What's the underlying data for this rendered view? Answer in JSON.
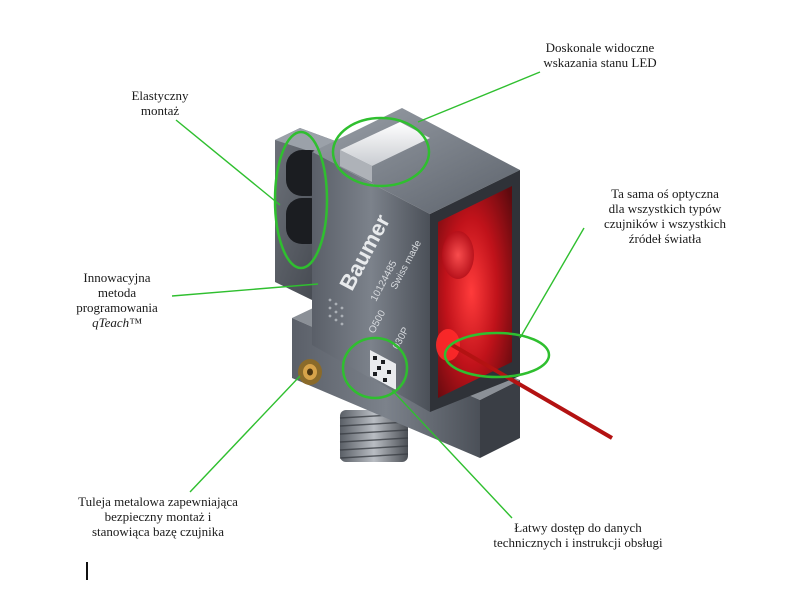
{
  "brand": {
    "name": "Baumer",
    "part_number": "10124485",
    "origin": "Swiss made",
    "model": "O500",
    "variant": "030P"
  },
  "annotations": {
    "flexible_mounting": {
      "lines": [
        "Elastyczny",
        "montaż"
      ]
    },
    "led_indicators": {
      "lines": [
        "Doskonale widoczne",
        "wskazania stanu LED"
      ]
    },
    "optical_axis": {
      "lines": [
        "Ta sama oś optyczna",
        "dla wszystkich typów",
        "czujników i wszystkich",
        "źródeł światła"
      ]
    },
    "qteach": {
      "lines": [
        "Innowacyjna",
        "metoda",
        "programowania"
      ],
      "italic_line": "qTeach™"
    },
    "metal_sleeve": {
      "lines": [
        "Tuleja metalowa zapewniająca",
        "bezpieczny montaż i",
        "stanowiąca bazę czujnika"
      ]
    },
    "documentation": {
      "lines": [
        "Łatwy dostęp do danych",
        "technicznych i instrukcji obsługi"
      ]
    }
  },
  "colors": {
    "callout_green": "#2fbf2f",
    "beam_red": "#b31212",
    "housing_dark": "#4a4f57",
    "lens_red": "#d9141b"
  }
}
